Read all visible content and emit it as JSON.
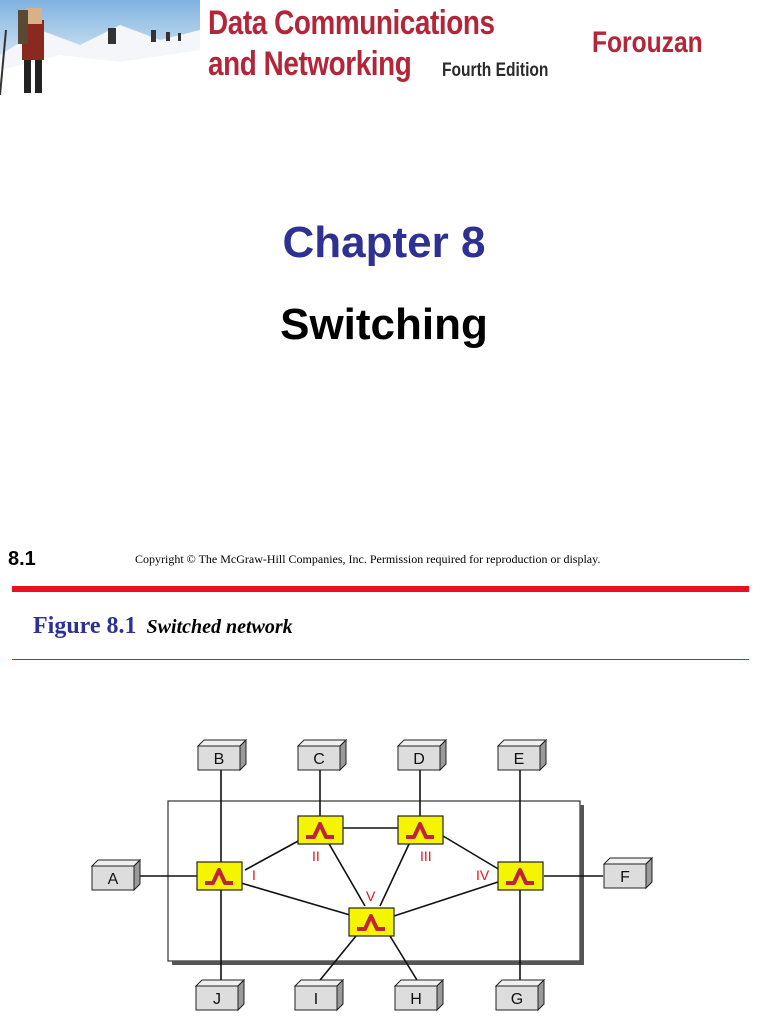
{
  "banner": {
    "book_title_line1": "Data Communications",
    "book_title_line2": "and Networking",
    "edition": "Fourth Edition",
    "author": "Forouzan"
  },
  "slide1": {
    "chapter": "Chapter 8",
    "title": "Switching",
    "page_number": "8.1",
    "copyright": "Copyright © The McGraw-Hill Companies, Inc. Permission required for reproduction or display."
  },
  "slide2": {
    "figure_label": "Figure 8.1",
    "figure_caption": "Switched network"
  },
  "diagram": {
    "stations": [
      "A",
      "B",
      "C",
      "D",
      "E",
      "F",
      "G",
      "H",
      "I",
      "J"
    ],
    "switches": [
      "I",
      "II",
      "III",
      "IV",
      "V"
    ]
  },
  "colors": {
    "title_blue": "#2e3192",
    "brand_red": "#b3263a",
    "rule_red": "#e8121d",
    "switch_yellow": "#f5f500",
    "switch_symbol": "#c0243c"
  }
}
